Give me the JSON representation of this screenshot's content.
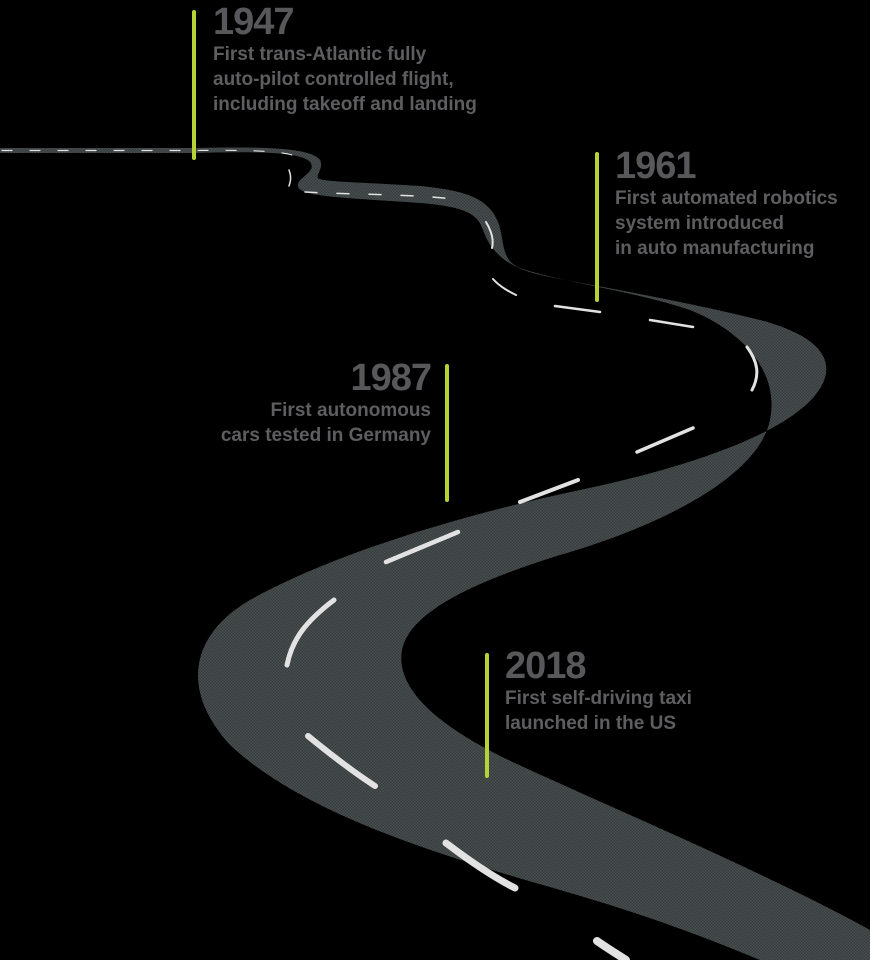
{
  "colors": {
    "background": "#000000",
    "road": "#3b3f40",
    "lane_marking": "#e6e6e6",
    "pole": "#b5d334",
    "text": "#5a5a5c"
  },
  "milestones": [
    {
      "year": "1947",
      "lines": [
        "First trans-Atlantic fully",
        "auto-pilot controlled flight,",
        "including takeoff and landing"
      ]
    },
    {
      "year": "1961",
      "lines": [
        "First automated robotics",
        "system introduced",
        "in auto manufacturing"
      ]
    },
    {
      "year": "1987",
      "lines": [
        "First autonomous",
        "cars tested in Germany"
      ]
    },
    {
      "year": "2018",
      "lines": [
        "First self-driving taxi",
        "launched in the US"
      ]
    }
  ]
}
